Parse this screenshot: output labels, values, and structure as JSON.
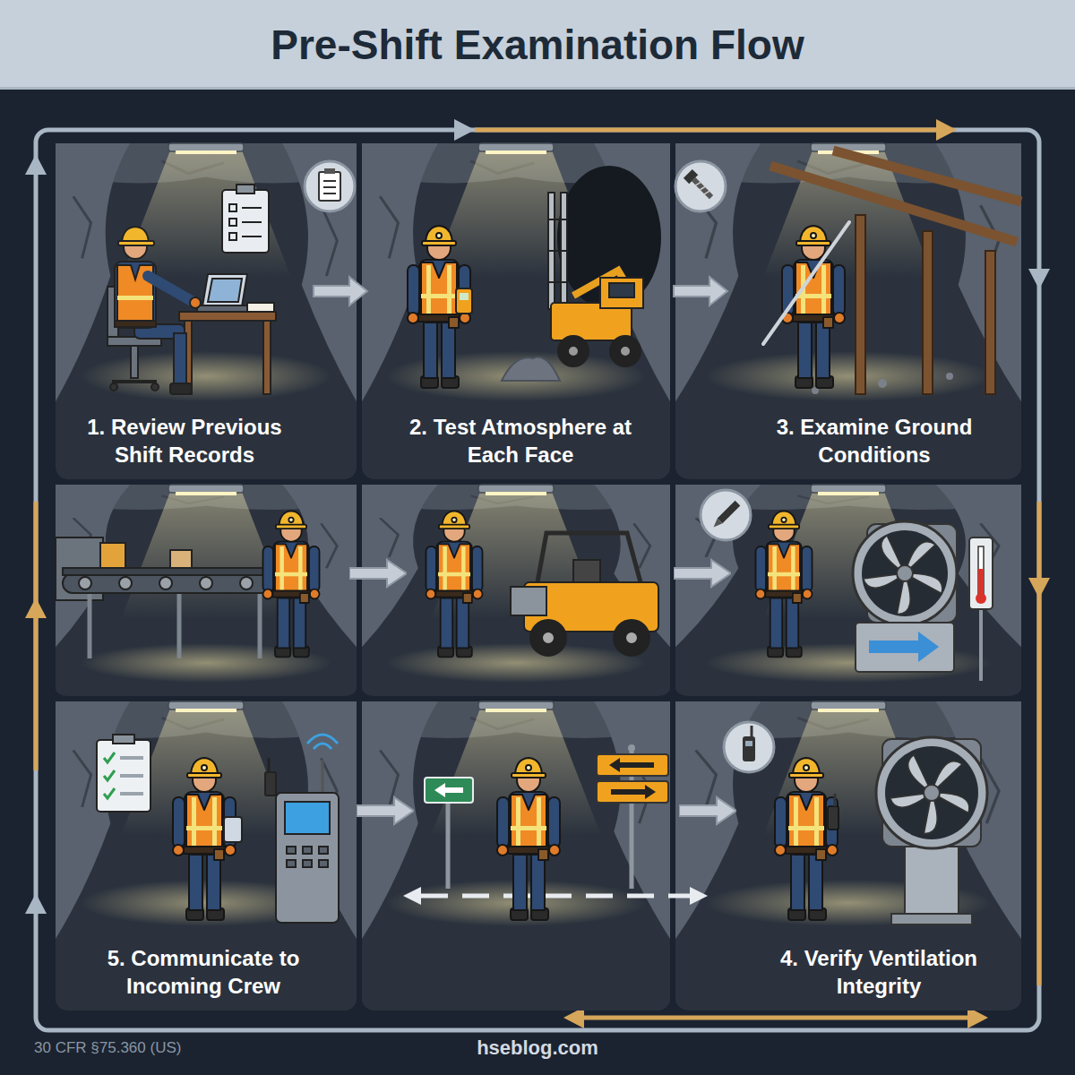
{
  "diagram": {
    "title": "Pre-Shift Examination Flow",
    "nodes": [
      {
        "text": [
          "1. Review Previous Shift Records"
        ]
      },
      {
        "text": [
          "2. Test Atmosphere at Each Face"
        ]
      },
      {
        "text": [
          "3. Examine Ground Conditions"
        ]
      },
      {
        "text": [
          "5. Communicate to Incoming Crew"
        ]
      },
      {
        "text": [
          "4. Verify Ventilation Integrity"
        ]
      }
    ],
    "edges": [
      {
        "from": 0,
        "to": 1,
        "arrow": "to"
      },
      {
        "from": 1,
        "to": 2,
        "arrow": "to"
      }
    ],
    "labels": [
      "30 CFR §75.360 (US)",
      "hseblog.com"
    ]
  }
}
